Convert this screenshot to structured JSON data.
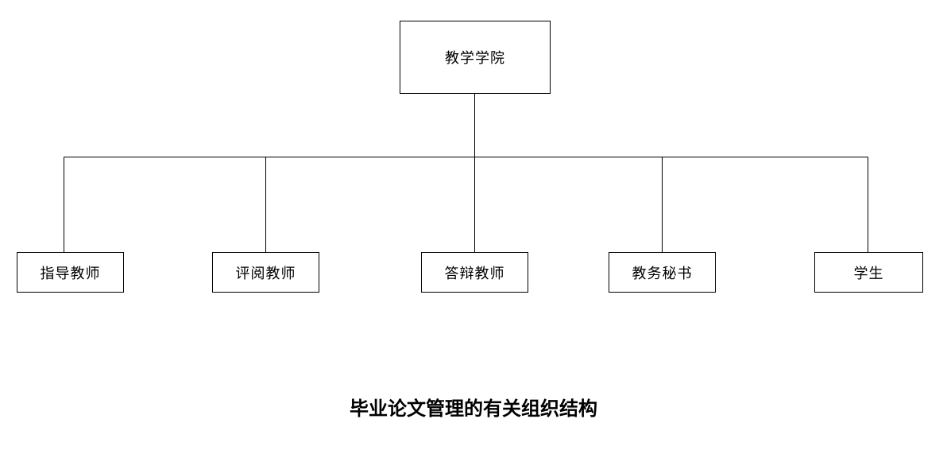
{
  "org_chart": {
    "root": {
      "label": "教学学院"
    },
    "children": [
      {
        "label": "指导教师"
      },
      {
        "label": "评阅教师"
      },
      {
        "label": "答辩教师"
      },
      {
        "label": "教务秘书"
      },
      {
        "label": "学生"
      }
    ],
    "caption": "毕业论文管理的有关组织结构",
    "colors": {
      "line": "#000000",
      "box_border": "#000000",
      "box_fill": "#ffffff",
      "background": "#ffffff",
      "text": "#000000"
    }
  }
}
